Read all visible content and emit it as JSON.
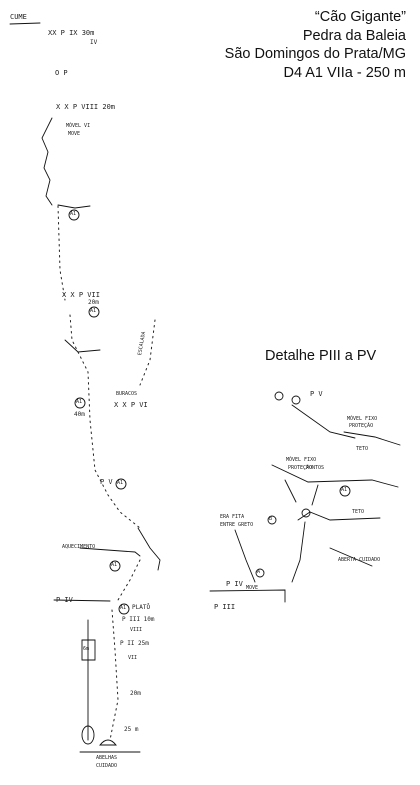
{
  "title": {
    "route": "“Cão Gigante”",
    "place": "Pedra da Baleia",
    "city": "São Domingos do Prata/MG",
    "grade": "D4 A1 VIIa - 250 m"
  },
  "detail_title": "Detalhe PIII a PV",
  "topo_labels": {
    "cume": "CUME",
    "p9": "XX P IX  30m",
    "p9_grade": "IV",
    "op": "O P",
    "p8": "X X P VIII  20m",
    "movel_vi": "MÓVEL VI",
    "move": "MOVE",
    "a1_upper": "A1",
    "p7": "X X P VII",
    "p7_len": "20m",
    "a1_p7": "A1",
    "escalada": "ESCALADA",
    "buracos": "BURACOS",
    "p6": "X X P VI",
    "a1_40m": "A1",
    "len_40m": "40m",
    "pv": "P V",
    "a1_pv": "A1",
    "aquecimento": "AQUECIMENTO",
    "a1_ramp": "A1",
    "p4": "P IV",
    "a1_plato": "A1",
    "plato": "PLATÔ",
    "p3_len": "P III  10m",
    "p3_grade": "VIII",
    "p2": "P II 25m",
    "p2_grade": "VII",
    "len_20": "20m",
    "len_25": "25 m",
    "abelhas": "ABELHAS",
    "cuidado": "CUIDADO",
    "len_6m": "6m"
  },
  "detail_labels": {
    "p5": "P V",
    "movel_fixo": "MÓVEL FIXO",
    "protecao": "PROTEÇÃO",
    "teto": "TETO",
    "movel_fixo2": "MÓVEL FIXO",
    "pontos": "PONTOS",
    "proteg": "PROTEÇÃO",
    "a1_detail": "A1",
    "era_fita": "ERA FITA",
    "entre": "ENTRE GRETO",
    "b_mark": "B",
    "a_mark": "A",
    "teto2": "TETO",
    "abertura": "ABERTA CUIDADO",
    "p4": "P IV",
    "p3": "P III",
    "move": "MOVE"
  }
}
